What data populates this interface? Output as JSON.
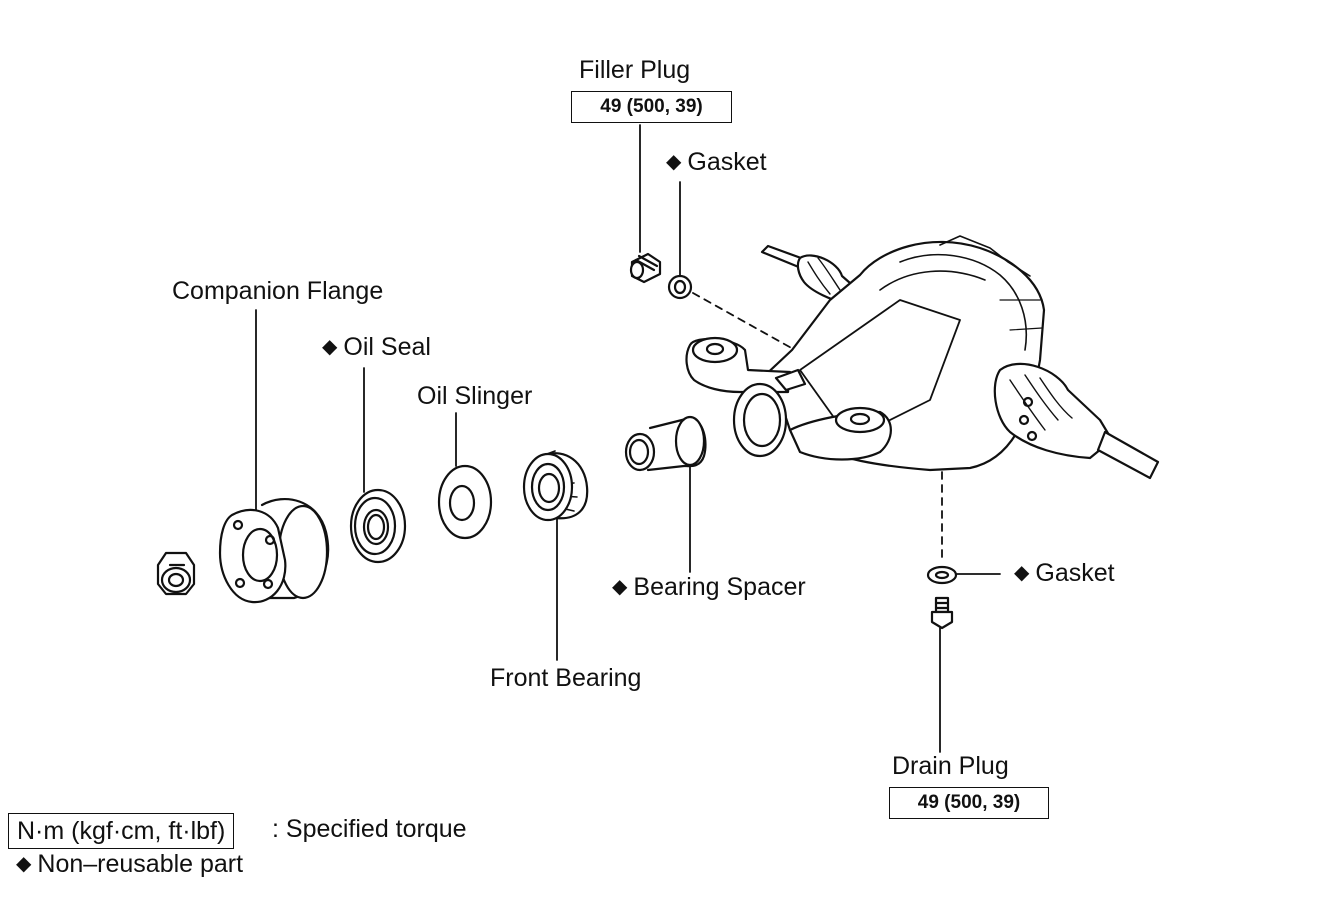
{
  "labels": {
    "filler_plug": "Filler Plug",
    "filler_torque": "49 (500, 39)",
    "gasket_top": "Gasket",
    "companion_flange": "Companion Flange",
    "oil_seal": "Oil Seal",
    "oil_slinger": "Oil Slinger",
    "bearing_spacer": "Bearing Spacer",
    "front_bearing": "Front Bearing",
    "gasket_bottom": "Gasket",
    "drain_plug": "Drain Plug",
    "drain_torque": "49 (500, 39)"
  },
  "legend": {
    "torque_unit": "N·m (kgf·cm, ft·lbf)",
    "torque_text": ": Specified torque",
    "nonreusable_text": "Non–reusable part",
    "diamond_symbol": "◆"
  }
}
